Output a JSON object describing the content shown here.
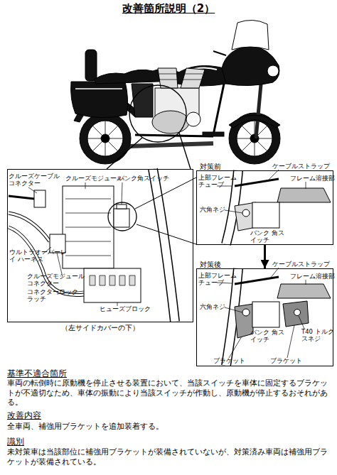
{
  "diagram": {
    "title": "改善箇所説明（2）",
    "nodes": [
      {
        "text": [
          "（左サイドカバーの下）"
        ]
      },
      {
        "text": [
          "対策前"
        ]
      },
      {
        "text": [
          "対策後"
        ]
      }
    ],
    "edges": [
      {
        "from": 1,
        "to": 2,
        "arrow": "to"
      }
    ],
    "labels": [
      "クルーズケーブル コネクター",
      "クルーズモジュール",
      "バンク角スイッチ",
      "ウルトラオーバーレイ ハーネス",
      "クルーズモジュール コネクター",
      "コネクターロック ラッチ",
      "ヒューズブロック",
      "ケーブルストラップ",
      "上部フレーム チューブ",
      "フレーム溶接部",
      "六角ネジ",
      "バンク 角スイッチ",
      "ケーブルストラップ",
      "上部フレーム チューブ",
      "フレーム溶接部",
      "六角ネジ",
      "バンク 角スイッチ",
      "T40 トルクスネジ",
      "ブラケット",
      "ブラケット",
      "基準不適合箇所",
      "車両の転倒時に原動機を停止させる装置において、当該スイッチを車体に固定するブラケットが不適切なため、車体の振動により当該スイッチが作動し、原動機が停止するおそれがある。",
      "改善内容",
      "全車両、補強用ブラケットを追加装着する。",
      "識別",
      "未対策車は当該部位に補強用ブラケットが装備されていないが、対策済み車両は補強用ブラケットが装備されている。"
    ]
  }
}
